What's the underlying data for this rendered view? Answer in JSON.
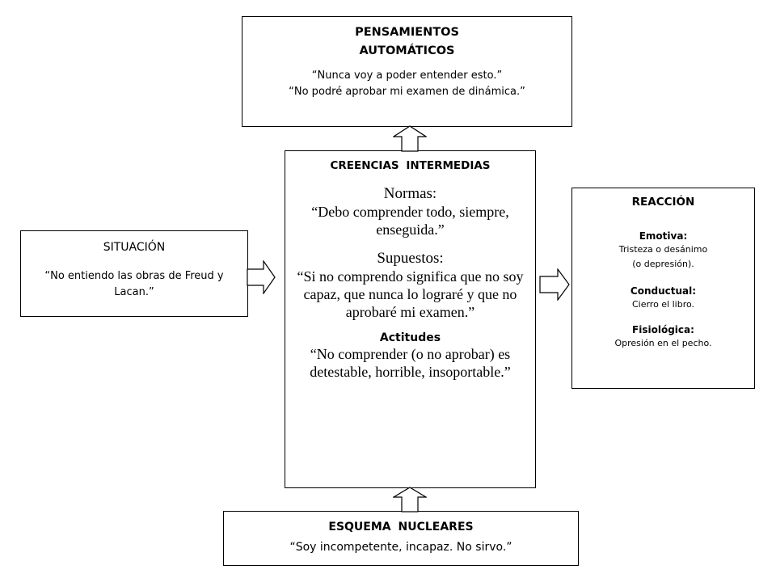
{
  "pensamientos": {
    "title_line1": "PENSAMIENTOS",
    "title_line2": "AUTOMÁTICOS",
    "quote1": "“Nunca voy a poder entender esto.”",
    "quote2": "“No podré aprobar mi examen de dinámica.”"
  },
  "creencias": {
    "title": "CREENCIAS INTERMEDIAS",
    "normas_heading": "Normas:",
    "normas_text": "“Debo comprender todo, siempre, enseguida.”",
    "supuestos_heading": "Supuestos:",
    "supuestos_text": "“Si no comprendo significa que no soy capaz, que nunca lo lograré y que no aprobaré mi examen.”",
    "actitudes_heading": "Actitudes",
    "actitudes_text": "“No comprender (o no aprobar) es detestable, horrible, insoportable.”"
  },
  "situacion": {
    "title": "SITUACIÓN",
    "quote": "“No entiendo las obras de Freud y Lacan.”"
  },
  "reaccion": {
    "title": "REACCIÓN",
    "emotiva_heading": "Emotiva:",
    "emotiva_line1": "Tristeza o desánimo",
    "emotiva_line2": "(o depresión).",
    "conductual_heading": "Conductual:",
    "conductual_text": "Cierro el libro.",
    "fisiologica_heading": "Fisiológica:",
    "fisiologica_text": "Opresión en el pecho."
  },
  "esquema": {
    "title": "ESQUEMA NUCLEARES",
    "quote": "“Soy incompetente, incapaz. No sirvo.”"
  }
}
